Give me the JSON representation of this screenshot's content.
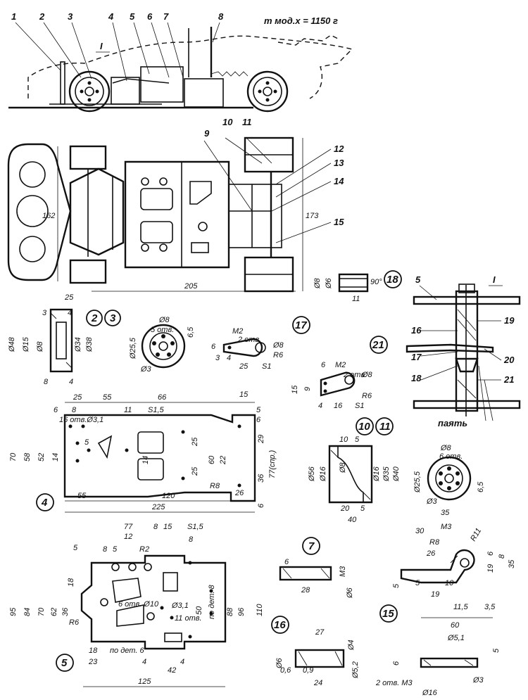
{
  "mass_label": "m мод.х = 1150 г",
  "callouts": [
    "1",
    "2",
    "3",
    "4",
    "5",
    "6",
    "7",
    "8",
    "9",
    "10",
    "11",
    "12",
    "13",
    "14",
    "15"
  ],
  "section_marker": "I",
  "overall_dims": {
    "width": "205",
    "height1": "162",
    "height2": "173"
  },
  "part_labels": {
    "p23": [
      "2",
      "3"
    ],
    "p17": "17",
    "p18": "18",
    "p21": "21",
    "p1011": [
      "10",
      "11"
    ],
    "p4": "4",
    "p5": "5",
    "p7": "7",
    "p15": "15",
    "p16": "16"
  },
  "wheel_dims": [
    "25",
    "3",
    "4",
    "Ø48",
    "Ø15",
    "Ø8",
    "Ø34",
    "Ø38",
    "8",
    "4"
  ],
  "hub_dims": [
    "Ø8",
    "5 отв.",
    "Ø25,5",
    "6,5",
    "Ø3"
  ],
  "arm17_dims": [
    "M2",
    "2 отв.",
    "Ø8",
    "R6",
    "S1",
    "6",
    "3",
    "4",
    "25"
  ],
  "pin18_dims": [
    "Ø8",
    "Ø6",
    "90°",
    "11"
  ],
  "arm21_dims": [
    "6",
    "M2",
    "2 отв.",
    "Ø8",
    "15",
    "9",
    "R6",
    "S1",
    "4",
    "16"
  ],
  "section_labels": [
    "5",
    "16",
    "17",
    "18",
    "19",
    "20",
    "21",
    "паять"
  ],
  "plate4_dims": [
    "25",
    "55",
    "66",
    "15",
    "6",
    "8",
    "11",
    "S1,5",
    "5",
    "6",
    "16 отв.Ø3,1",
    "70",
    "58",
    "52",
    "14",
    "5",
    "14",
    "25",
    "25",
    "60",
    "22",
    "29",
    "77(спр.)",
    "36",
    "R8",
    "26",
    "6",
    "55",
    "120",
    "225"
  ],
  "rim_dims": [
    "10",
    "5",
    "Ø56",
    "Ø16",
    "Ø8",
    "Ø16",
    "Ø35",
    "Ø40",
    "20",
    "5",
    "40",
    "Ø8",
    "6 отв.",
    "Ø25,5",
    "Ø3",
    "6,5"
  ],
  "plate5_dims": [
    "77",
    "8",
    "15",
    "S1,5",
    "5",
    "12",
    "8",
    "R2",
    "5",
    "8",
    "95",
    "84",
    "70",
    "62",
    "36",
    "18",
    "R6",
    "6 отв. Ø10",
    "Ø3,1",
    "11 отв.",
    "50",
    "88",
    "96",
    "110",
    "по дет. 8",
    "по дет. 6",
    "18",
    "23",
    "4",
    "4",
    "42",
    "125"
  ],
  "axle7_dims": [
    "6",
    "M3",
    "28",
    "Ø6"
  ],
  "arm15_dims": [
    "35",
    "30",
    "M3",
    "R11",
    "R8",
    "26",
    "19",
    "35",
    "6",
    "8",
    "5",
    "5",
    "10",
    "19",
    "11,5",
    "3,5",
    "60"
  ],
  "sleeve16_dims": [
    "27",
    "Ø6",
    "Ø4",
    "0,6",
    "0,9",
    "24",
    "Ø5,2"
  ],
  "washer_dims": [
    "Ø5,1",
    "5",
    "6",
    "2 отв. M3",
    "Ø16",
    "Ø3"
  ]
}
